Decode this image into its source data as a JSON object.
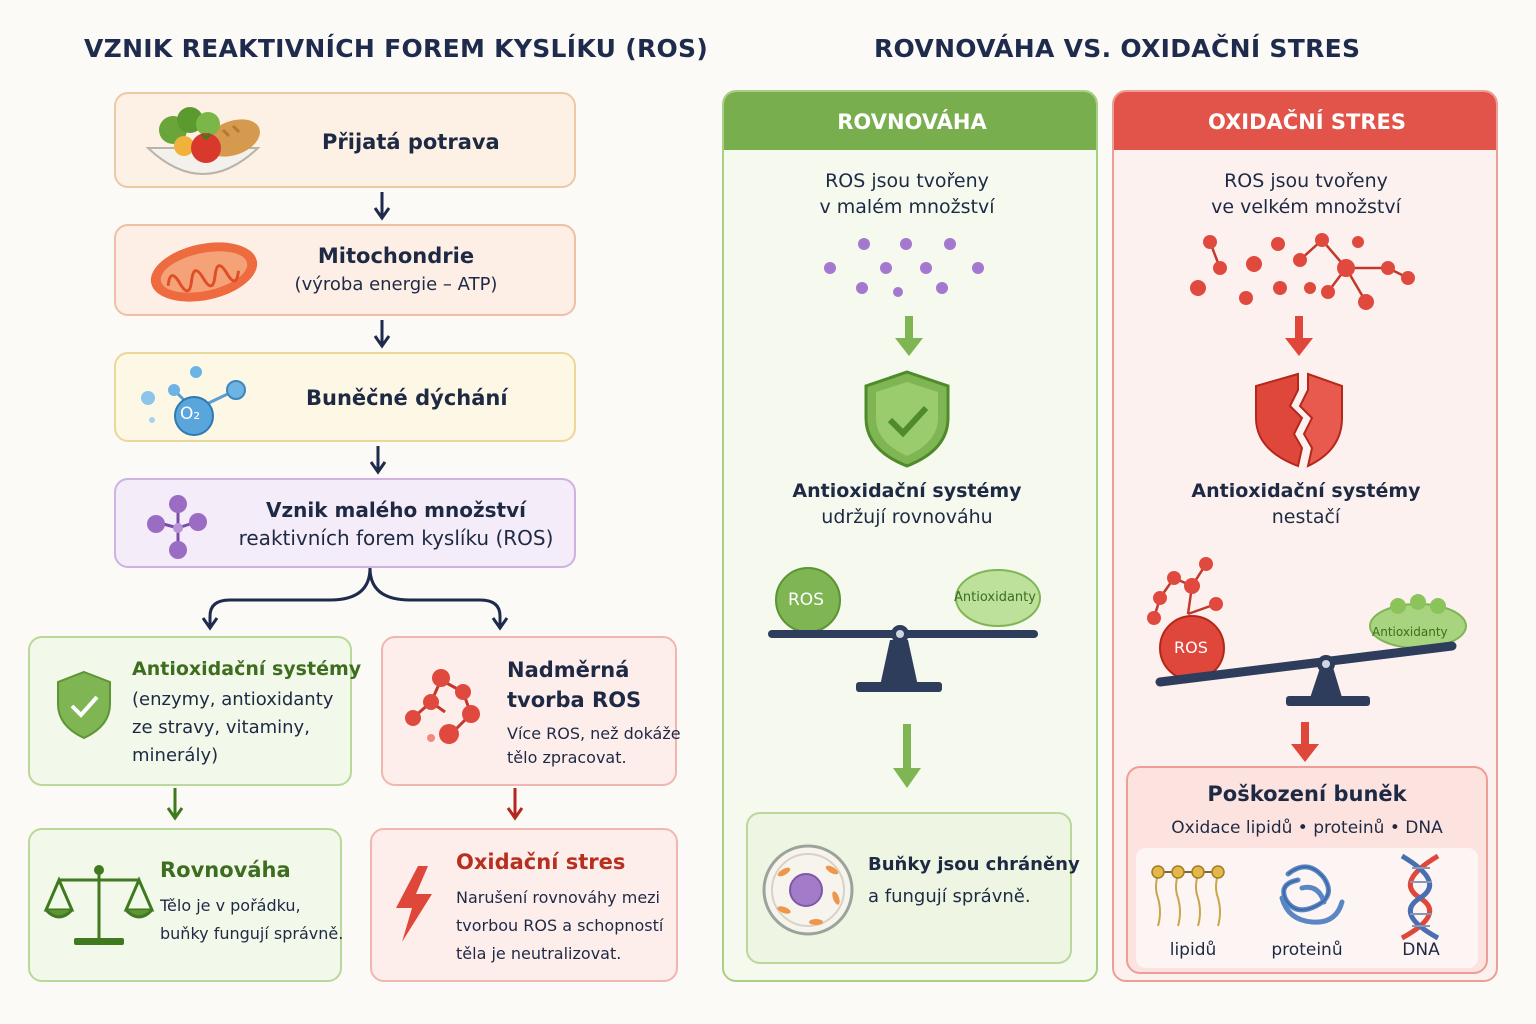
{
  "left_title": "VZNIK REAKTIVNÍCH FOREM KYSLÍKU (ROS)",
  "right_title": "ROVNOVÁHA VS. OXIDAČNÍ STRES",
  "flow": {
    "food": "Přijatá potrava",
    "mito_title": "Mitochondrie",
    "mito_sub": "(výroba energie – ATP)",
    "resp": "Buněčné dýchání",
    "o2": "O₂",
    "ros_line1": "Vznik malého množství",
    "ros_line2": "reaktivních forem kyslíku (ROS)"
  },
  "anti": {
    "title": "Antioxidační systémy",
    "l1": "(enzymy, antioxidanty",
    "l2": "ze stravy, vitaminy,",
    "l3": "minerály)"
  },
  "excess": {
    "title1": "Nadměrná",
    "title2": "tvorba ROS",
    "l1": "Více ROS, než dokáže",
    "l2": "tělo zpracovat."
  },
  "balance_box": {
    "title": "Rovnováha",
    "l1": "Tělo je v pořádku,",
    "l2": "buňky fungují správně."
  },
  "stress_box": {
    "title": "Oxidační stres",
    "l1": "Narušení rovnováhy mezi",
    "l2": "tvorbou ROS a schopností",
    "l3": "těla je neutralizovat."
  },
  "panel_balance": {
    "header": "ROVNOVÁHA",
    "l1": "ROS jsou tvořeny",
    "l2": "v malém množství",
    "anti1": "Antioxidační systémy",
    "anti2": "udržují rovnováhu",
    "ros": "ROS",
    "antiox": "Antioxidanty",
    "cells1": "Buňky jsou chráněny",
    "cells2": "a fungují správně."
  },
  "panel_stress": {
    "header": "OXIDAČNÍ STRES",
    "l1": "ROS jsou tvořeny",
    "l2": "ve velkém množství",
    "anti1": "Antioxidační systémy",
    "anti2": "nestačí",
    "ros": "ROS",
    "antiox": "Antioxidanty",
    "damage_title": "Poškození buněk",
    "damage_sub": "Oxidace lipidů • proteinů • DNA",
    "lipids": "lipidů",
    "proteins": "proteinů",
    "dna": "DNA"
  },
  "colors": {
    "navy": "#1f2b4d",
    "green": "#6fa644",
    "red": "#e0554a",
    "purple": "#9b6cc4"
  }
}
